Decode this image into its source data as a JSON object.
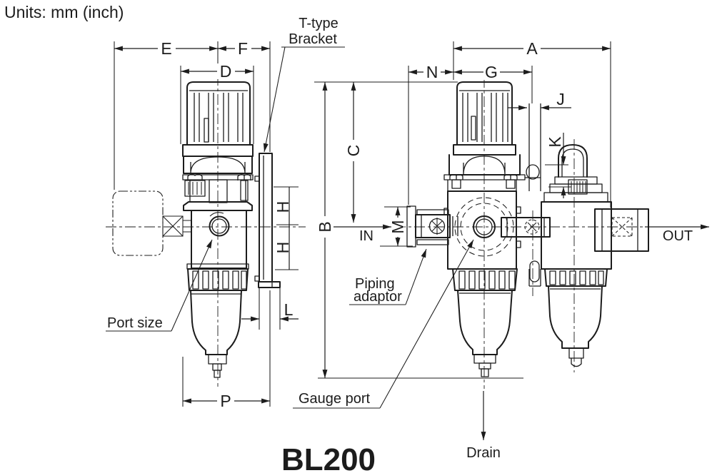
{
  "title": {
    "units": "Units: mm (inch)",
    "model": "BL200"
  },
  "flow": {
    "in": "IN",
    "out": "OUT"
  },
  "annotations": {
    "bracket_line1": "T-type",
    "bracket_line2": "Bracket",
    "port_size": "Port size",
    "piping_line1": "Piping",
    "piping_line2": "adaptor",
    "gauge_port": "Gauge port",
    "drain": "Drain"
  },
  "dims": {
    "A": "A",
    "B": "B",
    "C": "C",
    "D": "D",
    "E": "E",
    "F": "F",
    "G": "G",
    "H": "H",
    "J": "J",
    "K": "K",
    "L": "L",
    "M": "M",
    "N": "N",
    "P": "P"
  },
  "views": {
    "left": "side view with T-type bracket",
    "right": "front view of filter-regulator-lubricator"
  },
  "colors": {
    "line": "#1c1c1c",
    "background": "#ffffff"
  }
}
